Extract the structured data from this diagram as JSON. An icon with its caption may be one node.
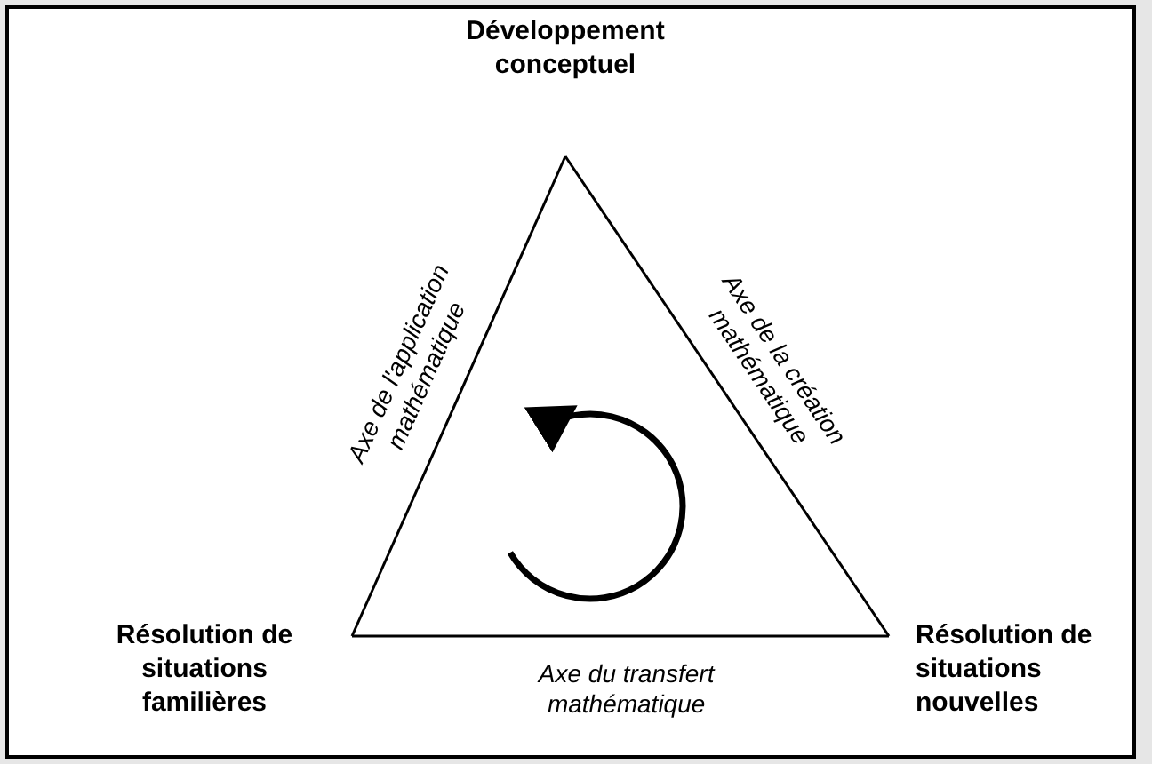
{
  "diagram": {
    "nodes": [
      {
        "text": [
          "Développement conceptuel"
        ]
      },
      {
        "text": [
          "Résolution de situations familières"
        ]
      },
      {
        "text": [
          "Résolution de situations nouvelles"
        ]
      }
    ],
    "edges": [
      {
        "from": 0,
        "to": 1,
        "arrow": "none",
        "label": "Axe de l'application mathématique"
      },
      {
        "from": 0,
        "to": 2,
        "arrow": "none",
        "label": "Axe de la création mathématique"
      },
      {
        "from": 1,
        "to": 2,
        "arrow": "none",
        "label": "Axe du transfert mathématique"
      }
    ]
  }
}
